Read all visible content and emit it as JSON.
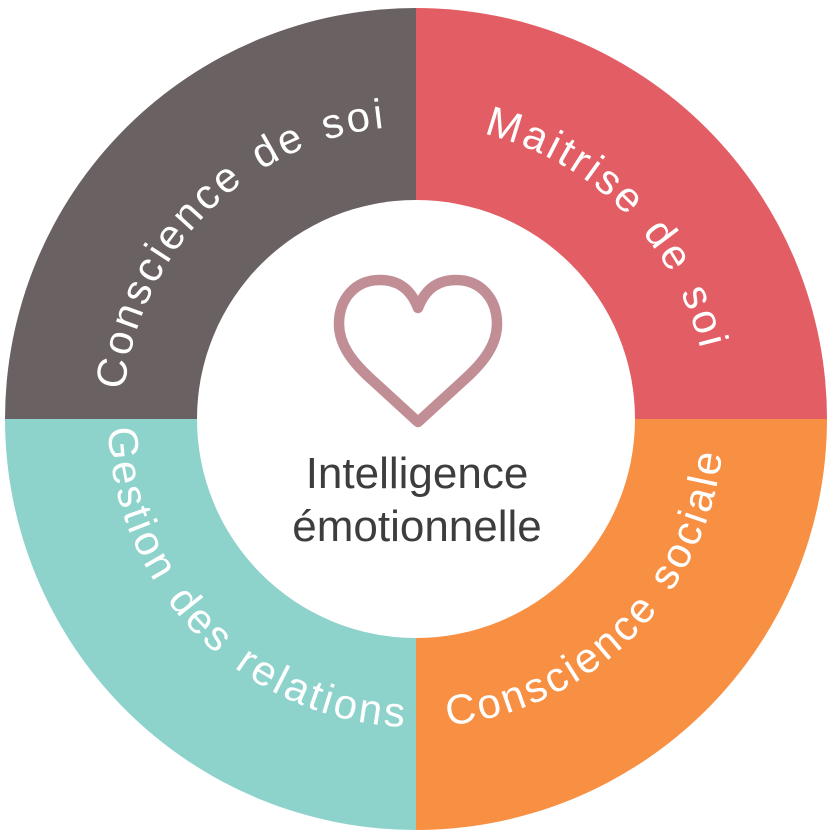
{
  "diagram": {
    "title": "Intelligence émotionnelle",
    "center": {
      "label_line1": "Intelligence",
      "label_line2": "émotionnelle",
      "icon": "heart-outline-icon",
      "icon_color": "#c08e94",
      "text_color": "#3d3d3d",
      "background": "#ffffff"
    },
    "segments": [
      {
        "label": "Conscience de soi",
        "position": "top-left",
        "color": "#6a6162",
        "text_color": "#ffffff"
      },
      {
        "label": "Maitrise de soi",
        "position": "top-right",
        "color": "#e25e64",
        "text_color": "#ffffff"
      },
      {
        "label": "Conscience sociale",
        "position": "bottom-right",
        "color": "#f89044",
        "text_color": "#ffffff"
      },
      {
        "label": "Gestion des relations",
        "position": "bottom-left",
        "color": "#8ed2cc",
        "text_color": "#ffffff"
      }
    ]
  }
}
